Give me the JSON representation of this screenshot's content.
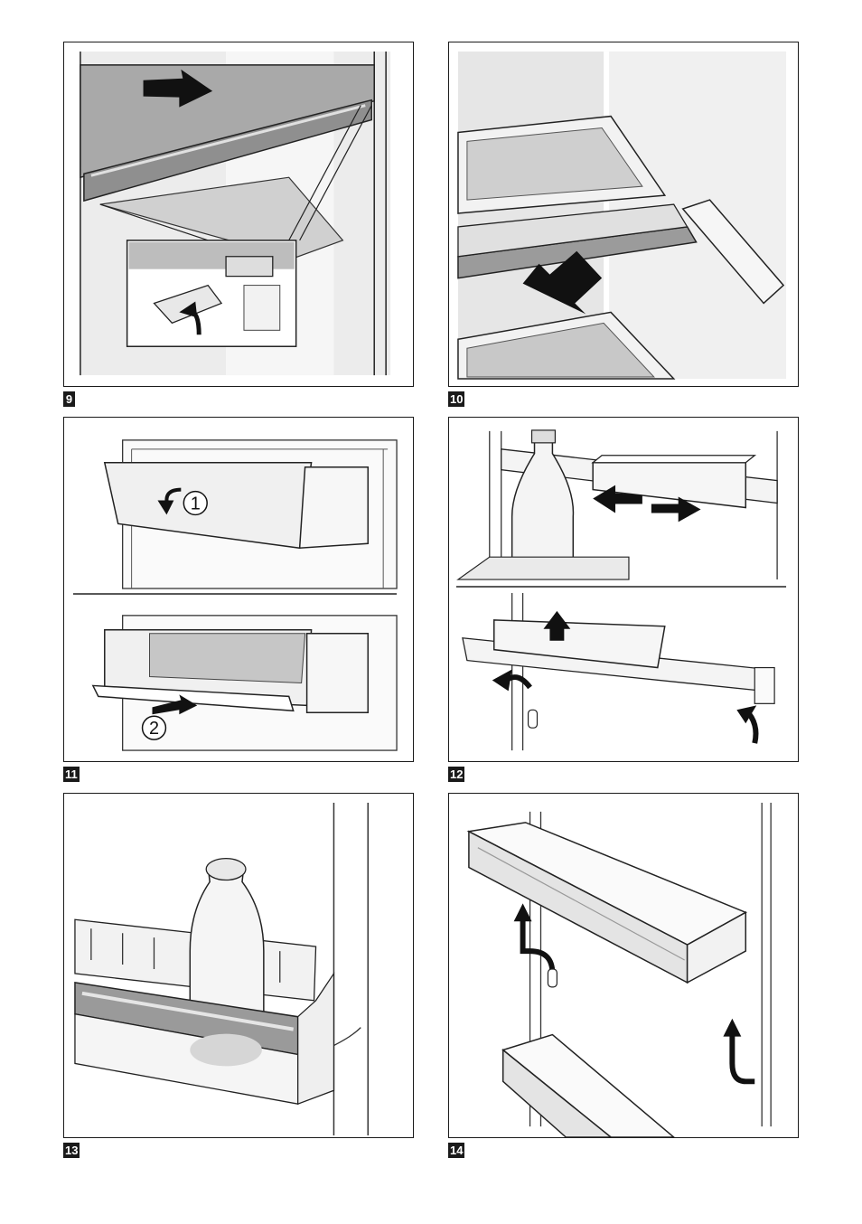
{
  "figures": [
    {
      "label": "9"
    },
    {
      "label": "10"
    },
    {
      "label": "11",
      "steps": [
        "1",
        "2"
      ]
    },
    {
      "label": "12"
    },
    {
      "label": "13"
    },
    {
      "label": "14"
    }
  ],
  "colors": {
    "outline": "#1a1a1a",
    "glass": "#b9b9b9",
    "wall": "#e6e6e6",
    "arrow": "#111111"
  }
}
